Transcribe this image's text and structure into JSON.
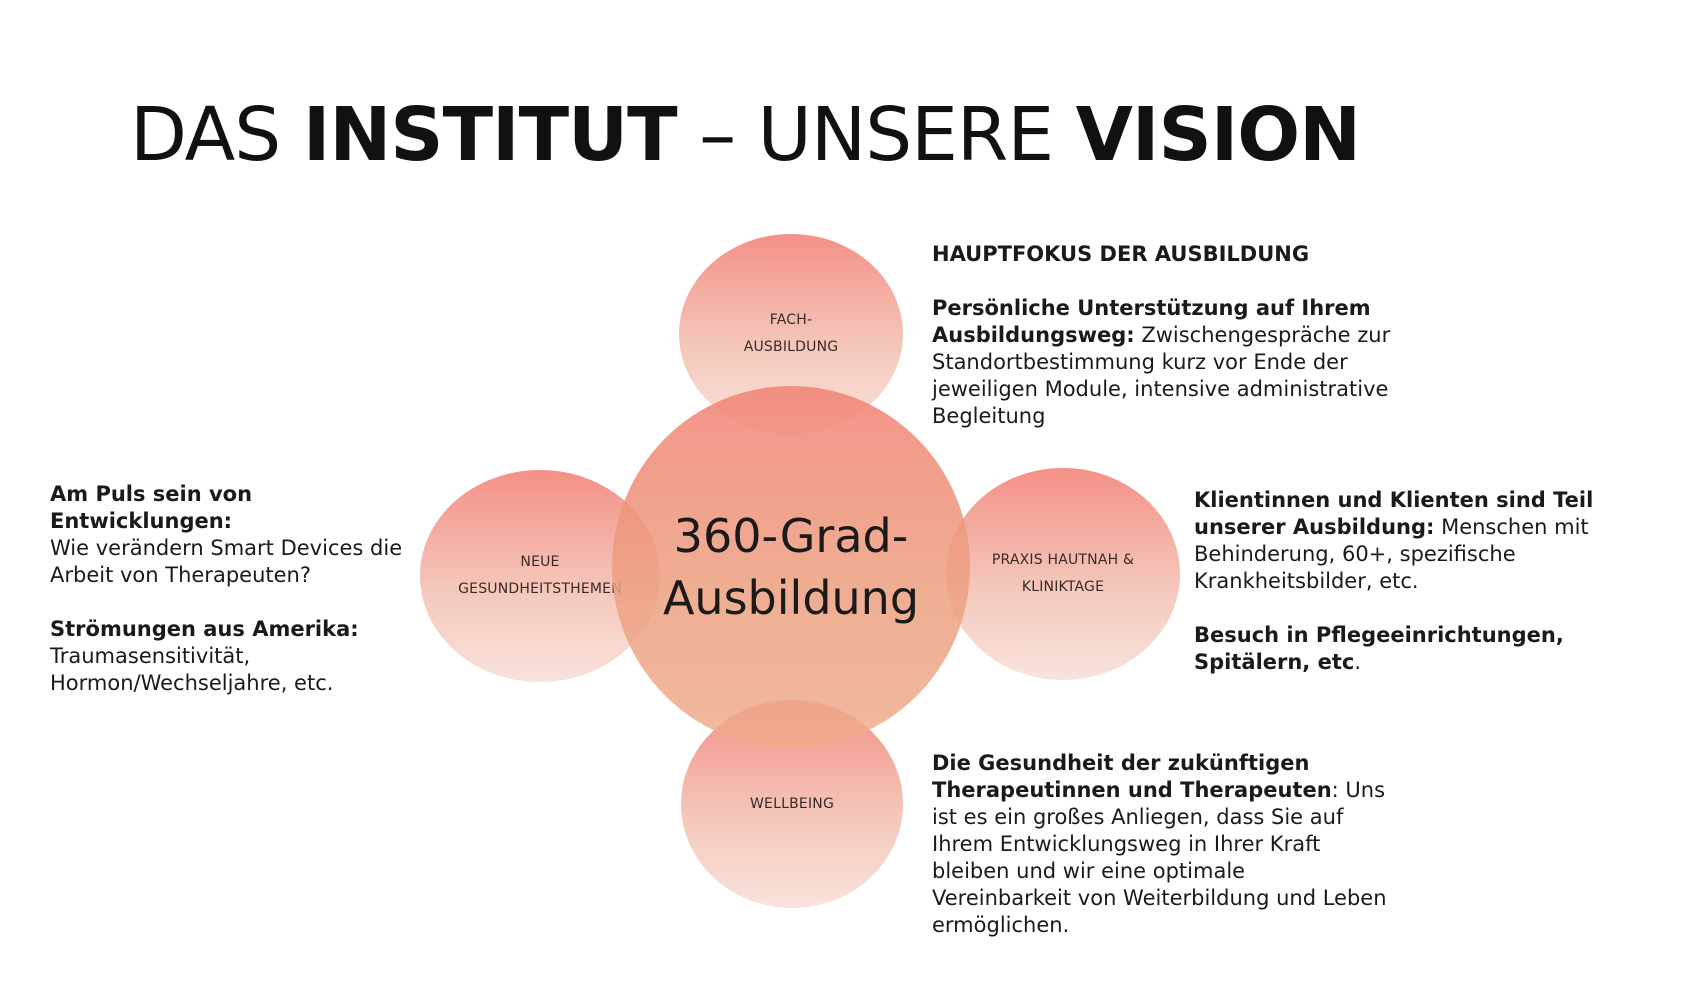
{
  "title": {
    "part1": "DAS ",
    "part2": "INSTITUT",
    "part3": " – UNSERE ",
    "part4": "VISION"
  },
  "diagram": {
    "center": "360-Grad-\nAusbildung",
    "top": "FACH-\nAUSBILDUNG",
    "left": "NEUE\nGESUNDHEITSTHEMEN",
    "right": "PRAXIS HAUTNAH &\nKLINIKTAGE",
    "bottom": "WELLBEING"
  },
  "blocks": {
    "top_right": {
      "heading": "HAUPTFOKUS DER AUSBILDUNG",
      "bold": "Persönliche Unterstützung auf Ihrem Ausbildungsweg:",
      "text": " Zwischengespräche zur Standortbestimmung kurz vor Ende der jeweiligen Module, intensive administrative Begleitung"
    },
    "left": {
      "p1_bold": "Am Puls sein von Entwicklungen:",
      "p1_text": "Wie verändern Smart Devices die Arbeit von Therapeuten?",
      "p2_bold": "Strömungen aus Amerika:",
      "p2_text": "Traumasensitivität, Hormon/Wechseljahre, etc."
    },
    "right": {
      "p1_bold": "Klientinnen und Klienten sind Teil unserer Ausbildung:",
      "p1_text": " Menschen mit Behinderung, 60+, spezifische Krankheitsbilder, etc.",
      "p2_bold": "Besuch in Pflegeeinrichtungen, Spitälern, etc",
      "p2_text": "."
    },
    "bottom_right": {
      "bold": "Die Gesundheit der zukünftigen Therapeutinnen und Therapeuten",
      "text": ": Uns ist es ein großes Anliegen, dass Sie auf Ihrem Entwicklungsweg in Ihrer Kraft bleiben und wir eine optimale Vereinbarkeit von Weiterbildung und Leben ermöglichen."
    }
  }
}
